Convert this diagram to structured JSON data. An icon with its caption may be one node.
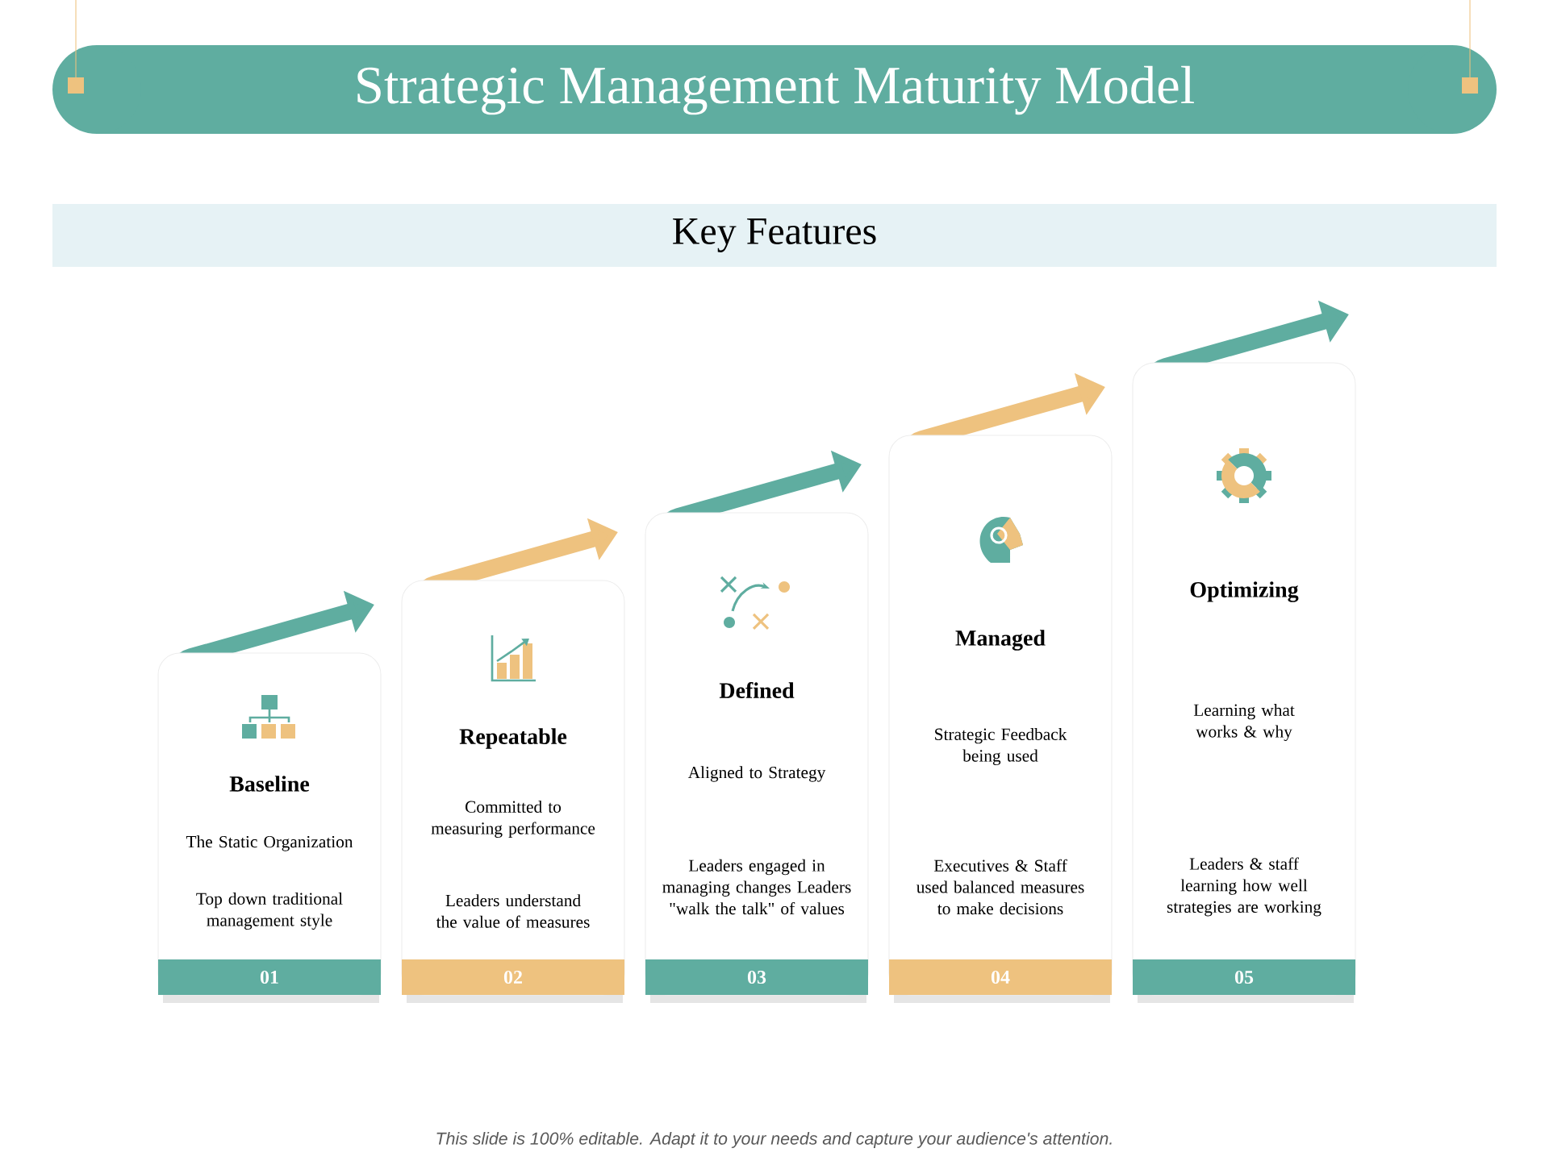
{
  "diagram": {
    "title": "Strategic Management Maturity Model",
    "caption": "This slide is 100% editable. Adapt it to your needs and capture your audience's attention.",
    "nodes": [
      {
        "text": [
          "Key Features"
        ]
      },
      {
        "text": [
          "Baseline",
          "The Static Organization",
          "Top down traditional management style"
        ]
      },
      {
        "text": [
          "01"
        ],
        "in": 1
      },
      {
        "text": [
          "Repeatable",
          "Committed to measuring performance",
          "Leaders understand the value of measures"
        ]
      },
      {
        "text": [
          "02"
        ],
        "in": 3
      },
      {
        "text": [
          "Defined",
          "Aligned to Strategy",
          "Leaders engaged in managing changes Leaders \"walk the talk\" of values"
        ]
      },
      {
        "text": [
          "03"
        ],
        "in": 5
      },
      {
        "text": [
          "Managed",
          "Strategic Feedback being used",
          "Executives & Staff used balanced measures to make decisions"
        ]
      },
      {
        "text": [
          "04"
        ],
        "in": 7
      },
      {
        "text": [
          "Optimizing",
          "Learning what works & why",
          "Leaders & staff learning how well strategies are working"
        ]
      },
      {
        "text": [
          "05"
        ],
        "in": 9
      }
    ]
  }
}
